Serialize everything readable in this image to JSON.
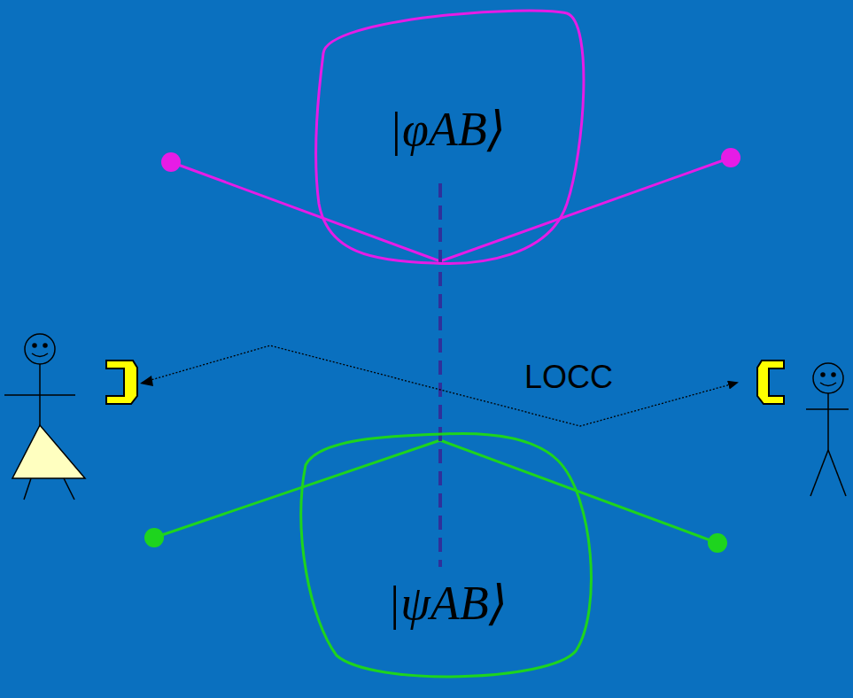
{
  "diagram": {
    "nodes": [
      {
        "text": [
          "|φAB⟩"
        ]
      },
      {
        "text": [
          "|ψAB⟩"
        ]
      }
    ],
    "labels": [
      "LOCC"
    ]
  }
}
